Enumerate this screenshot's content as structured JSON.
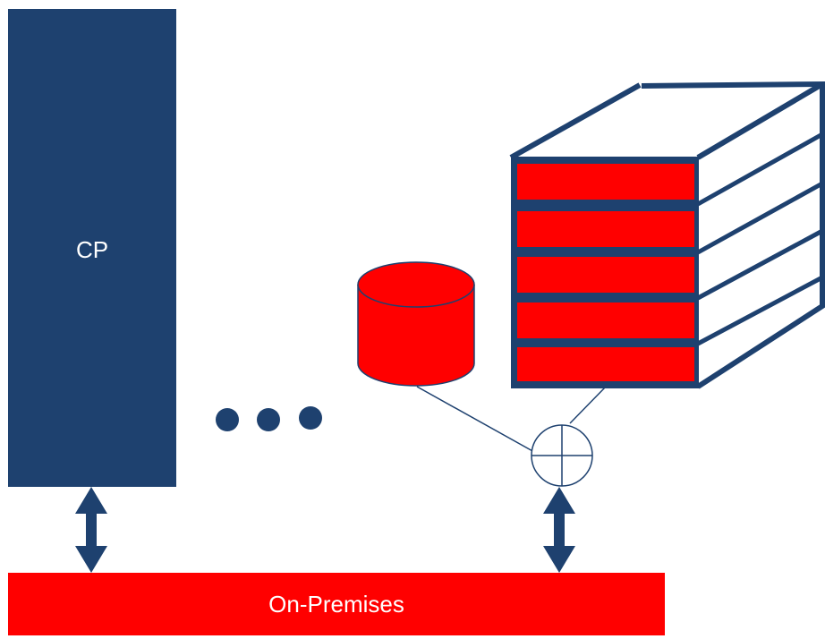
{
  "diagram": {
    "cp_label": "CP",
    "on_premises_label": "On-Premises"
  },
  "colors": {
    "navy": "#1e416f",
    "red": "#ff0000",
    "white": "#ffffff"
  },
  "icons": {
    "database": "cylinder",
    "combiner": "circle-plus",
    "storage_cube": "stacked-layers-cube",
    "ellipsis": "three-dots"
  }
}
